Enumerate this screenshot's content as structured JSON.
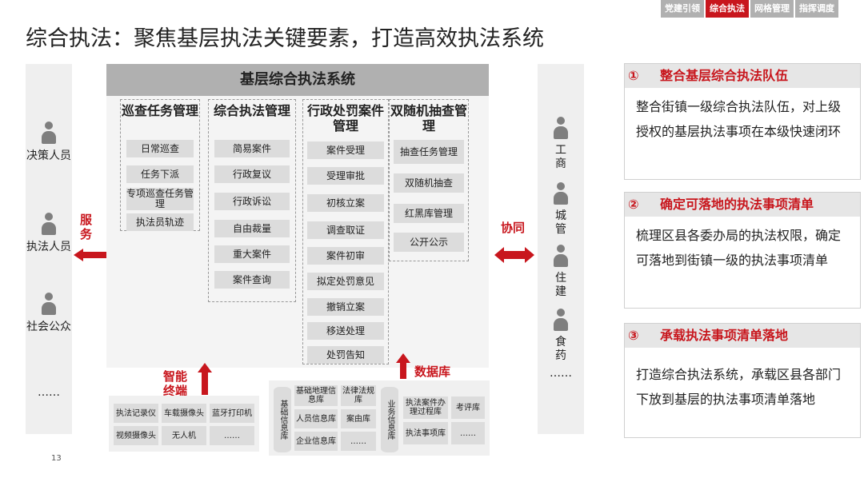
{
  "nav": {
    "tabs": [
      "党建引领",
      "综合执法",
      "网格管理",
      "指挥调度"
    ]
  },
  "title": "综合执法：聚焦基层执法关键要素，打造高效执法系统",
  "left_roles": [
    "决策人员",
    "执法人员",
    "社会公众",
    "……"
  ],
  "left_label": "服务",
  "system_title": "基层综合执法系统",
  "groups": [
    {
      "title": "巡查任务管理",
      "items": [
        "日常巡查",
        "任务下派",
        "专项巡查任务管理",
        "执法员轨迹"
      ]
    },
    {
      "title": "综合执法管理",
      "items": [
        "简易案件",
        "行政复议",
        "行政诉讼",
        "自由裁量",
        "重大案件",
        "案件查询"
      ]
    },
    {
      "title": "行政处罚案件管理",
      "items": [
        "案件受理",
        "受理审批",
        "初核立案",
        "调查取证",
        "案件初审",
        "拟定处罚意见",
        "撤销立案",
        "移送处理",
        "处罚告知"
      ]
    },
    {
      "title": "双随机抽查管理",
      "items": [
        "抽查任务管理",
        "双随机抽查",
        "红黑库管理",
        "公开公示"
      ]
    }
  ],
  "smart_label": "智能终端",
  "db_label": "数据库",
  "devices": [
    "执法记录仪",
    "车载摄像头",
    "蓝牙打印机",
    "视频摄像头",
    "无人机",
    "……"
  ],
  "db": {
    "base": "基础信息库",
    "items": [
      "基础地理信息库",
      "法律法规库",
      "人员信息库",
      "案由库",
      "企业信息库",
      "……"
    ],
    "biz": "业务信息库",
    "biz_items": [
      "执法案件办理过程库",
      "考评库",
      "执法事项库",
      "……"
    ]
  },
  "right_label": "协同",
  "right_depts": [
    "工商",
    "城管",
    "住建",
    "食药",
    "……"
  ],
  "cards": [
    {
      "num": "①",
      "title": "整合基层综合执法队伍",
      "text": "整合街镇一级综合执法队伍，对上级授权的基层执法事项在本级快速闭环"
    },
    {
      "num": "②",
      "title": "确定可落地的执法事项清单",
      "text": "梳理区县各委办局的执法权限，确定可落地到街镇一级的执法事项清单"
    },
    {
      "num": "③",
      "title": "承载执法事项清单落地",
      "text": "打造综合执法系统，承载区县各部门下放到基层的执法事项清单落地"
    }
  ],
  "page_number": "13",
  "colors": {
    "accent": "#c8161d",
    "panel": "#efefef",
    "box": "#dcdcdc"
  }
}
